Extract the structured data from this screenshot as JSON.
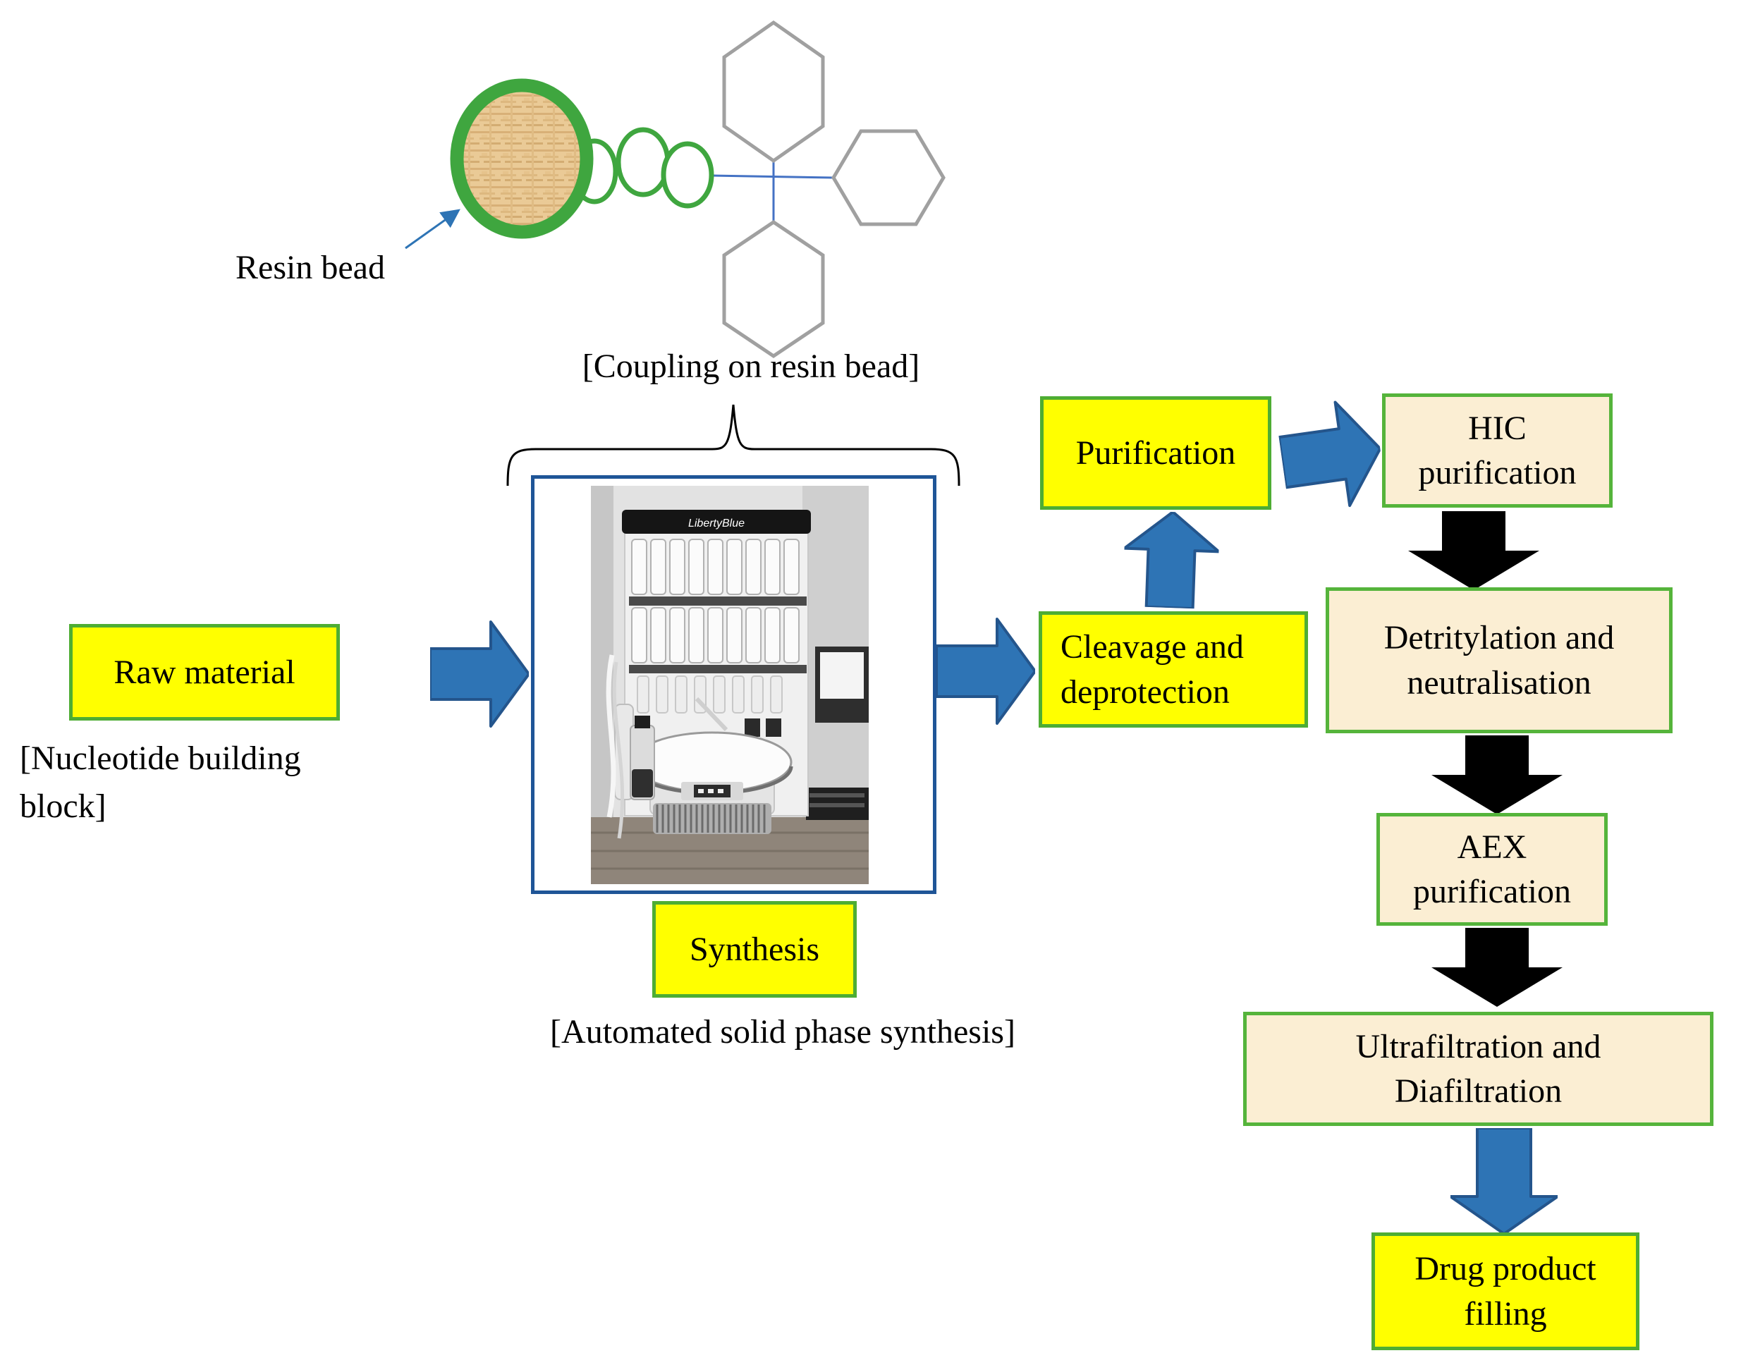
{
  "illustration": {
    "resin_bead_label": "Resin bead",
    "coupling_caption": "[Coupling on resin bead]"
  },
  "synthesizer": {
    "brand_label": "LibertyBlue"
  },
  "flow": {
    "raw_material": {
      "label": "Raw material",
      "note_lines": [
        "[Nucleotide building",
        "block]"
      ]
    },
    "synthesis": {
      "label": "Synthesis",
      "note": "[Automated solid phase synthesis]"
    },
    "cleavage": {
      "lines": [
        "Cleavage and",
        "deprotection"
      ]
    },
    "purification": {
      "label": "Purification"
    },
    "hic": {
      "lines": [
        "HIC",
        "purification"
      ]
    },
    "detritylation": {
      "lines": [
        "Detritylation and",
        "neutralisation"
      ]
    },
    "aex": {
      "lines": [
        "AEX",
        "purification"
      ]
    },
    "ultrafiltration": {
      "lines": [
        "Ultrafiltration and",
        "Diafiltration"
      ]
    },
    "drug_product": {
      "lines": [
        "Drug product",
        "filling"
      ]
    }
  },
  "colors": {
    "step_yellow": "#FFFF00",
    "step_cream": "#FBEED3",
    "box_border_green": "#4EAD33",
    "arrow_blue": "#2E74B5",
    "arrow_blue_edge": "#24558C",
    "arrow_black": "#000000",
    "photo_border_blue": "#1F5597",
    "bead_ring_green": "#3FA63F",
    "bead_fill_tan": "#EACA96",
    "hexagon_gray": "#A0A0A0",
    "connector_line_blue": "#4472C4"
  }
}
